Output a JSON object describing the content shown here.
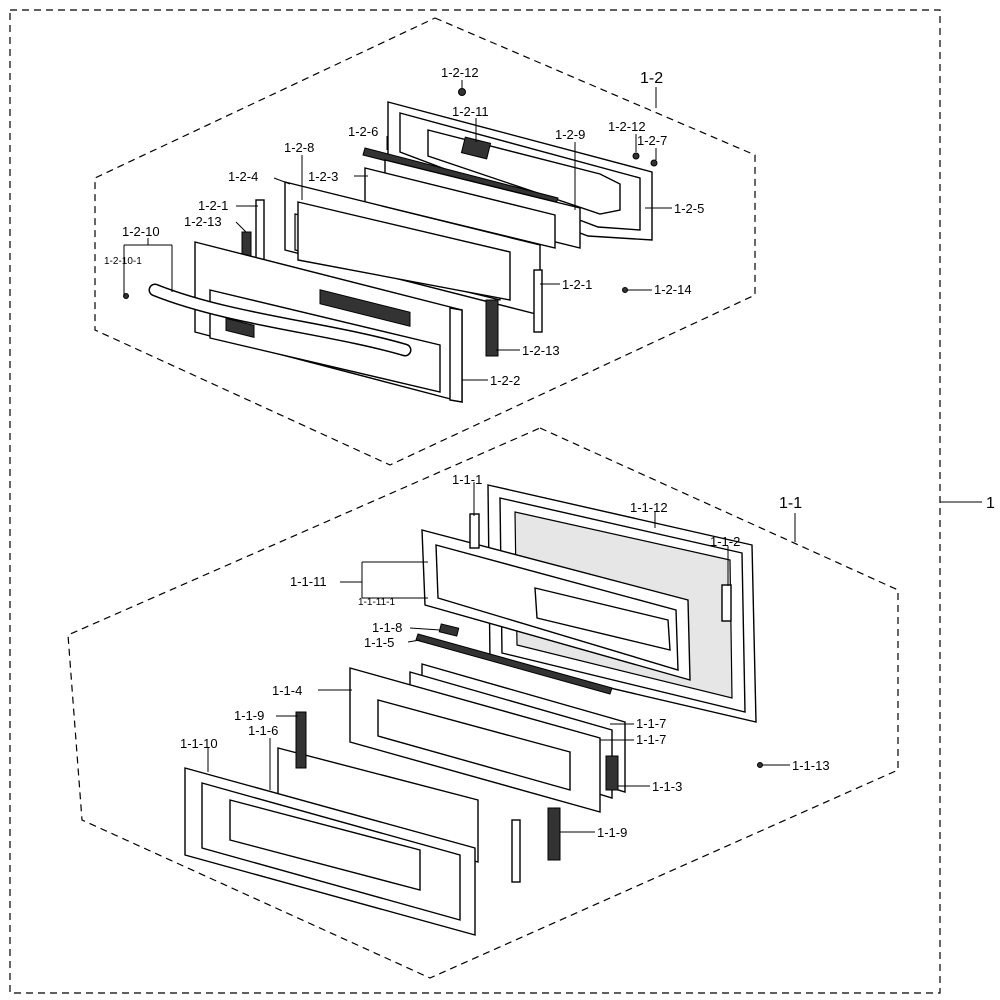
{
  "assembly": {
    "root": "1",
    "upper_group": "1-2",
    "lower_group": "1-1"
  },
  "upper_labels": {
    "l_1_2_12_top": "1-2-12",
    "l_1_2_11": "1-2-11",
    "l_1_2_6": "1-2-6",
    "l_1_2_9": "1-2-9",
    "l_1_2_12_right": "1-2-12",
    "l_1_2_7": "1-2-7",
    "l_1_2_8": "1-2-8",
    "l_1_2_3": "1-2-3",
    "l_1_2_4": "1-2-4",
    "l_1_2_5": "1-2-5",
    "l_1_2_1_left": "1-2-1",
    "l_1_2_13_left": "1-2-13",
    "l_1_2_10": "1-2-10",
    "l_1_2_10_1": "1-2-10-1",
    "l_1_2_1_right": "1-2-1",
    "l_1_2_14": "1-2-14",
    "l_1_2_13_right": "1-2-13",
    "l_1_2_2": "1-2-2"
  },
  "lower_labels": {
    "l_1_1_1": "1-1-1",
    "l_1_1_12": "1-1-12",
    "l_1_1_2": "1-1-2",
    "l_1_1_11": "1-1-11",
    "l_1_1_11_1": "1-1-11-1",
    "l_1_1_8": "1-1-8",
    "l_1_1_5": "1-1-5",
    "l_1_1_4": "1-1-4",
    "l_1_1_7_a": "1-1-7",
    "l_1_1_7_b": "1-1-7",
    "l_1_1_9_left": "1-1-9",
    "l_1_1_6": "1-1-6",
    "l_1_1_10": "1-1-10",
    "l_1_1_13": "1-1-13",
    "l_1_1_3": "1-1-3",
    "l_1_1_9_right": "1-1-9"
  }
}
